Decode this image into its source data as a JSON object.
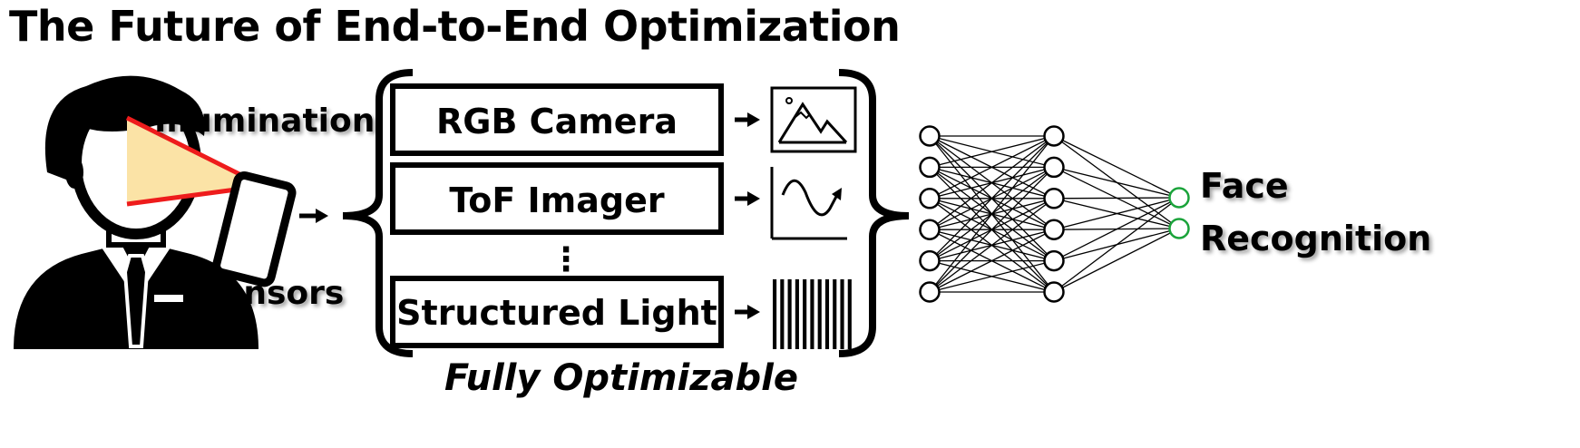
{
  "title": "The Future of End-to-End Optimization",
  "labels": {
    "illumination": "Illumination",
    "sensors": "Sensors",
    "fully_optimizable": "Fully Optimizable",
    "output_line1": "Face",
    "output_line2": "Recognition",
    "ellipsis": "⋮"
  },
  "sensor_boxes": [
    {
      "label": "RGB Camera",
      "output_icon": "mountain-image-icon"
    },
    {
      "label": "ToF Imager",
      "output_icon": "signal-wave-icon"
    },
    {
      "label": "Structured Light",
      "output_icon": "stripe-pattern-icon"
    }
  ],
  "network": {
    "input_nodes": 6,
    "hidden_nodes": 6,
    "output_nodes": 2,
    "output_node_color": "#1aa33a"
  },
  "colors": {
    "illumination_cone_fill": "#fbe3a6",
    "illumination_cone_stroke": "#ee1c1c"
  },
  "icons": [
    "person-icon",
    "phone-icon",
    "arrow-right-icon",
    "curly-brace-icon",
    "neural-network-icon"
  ]
}
